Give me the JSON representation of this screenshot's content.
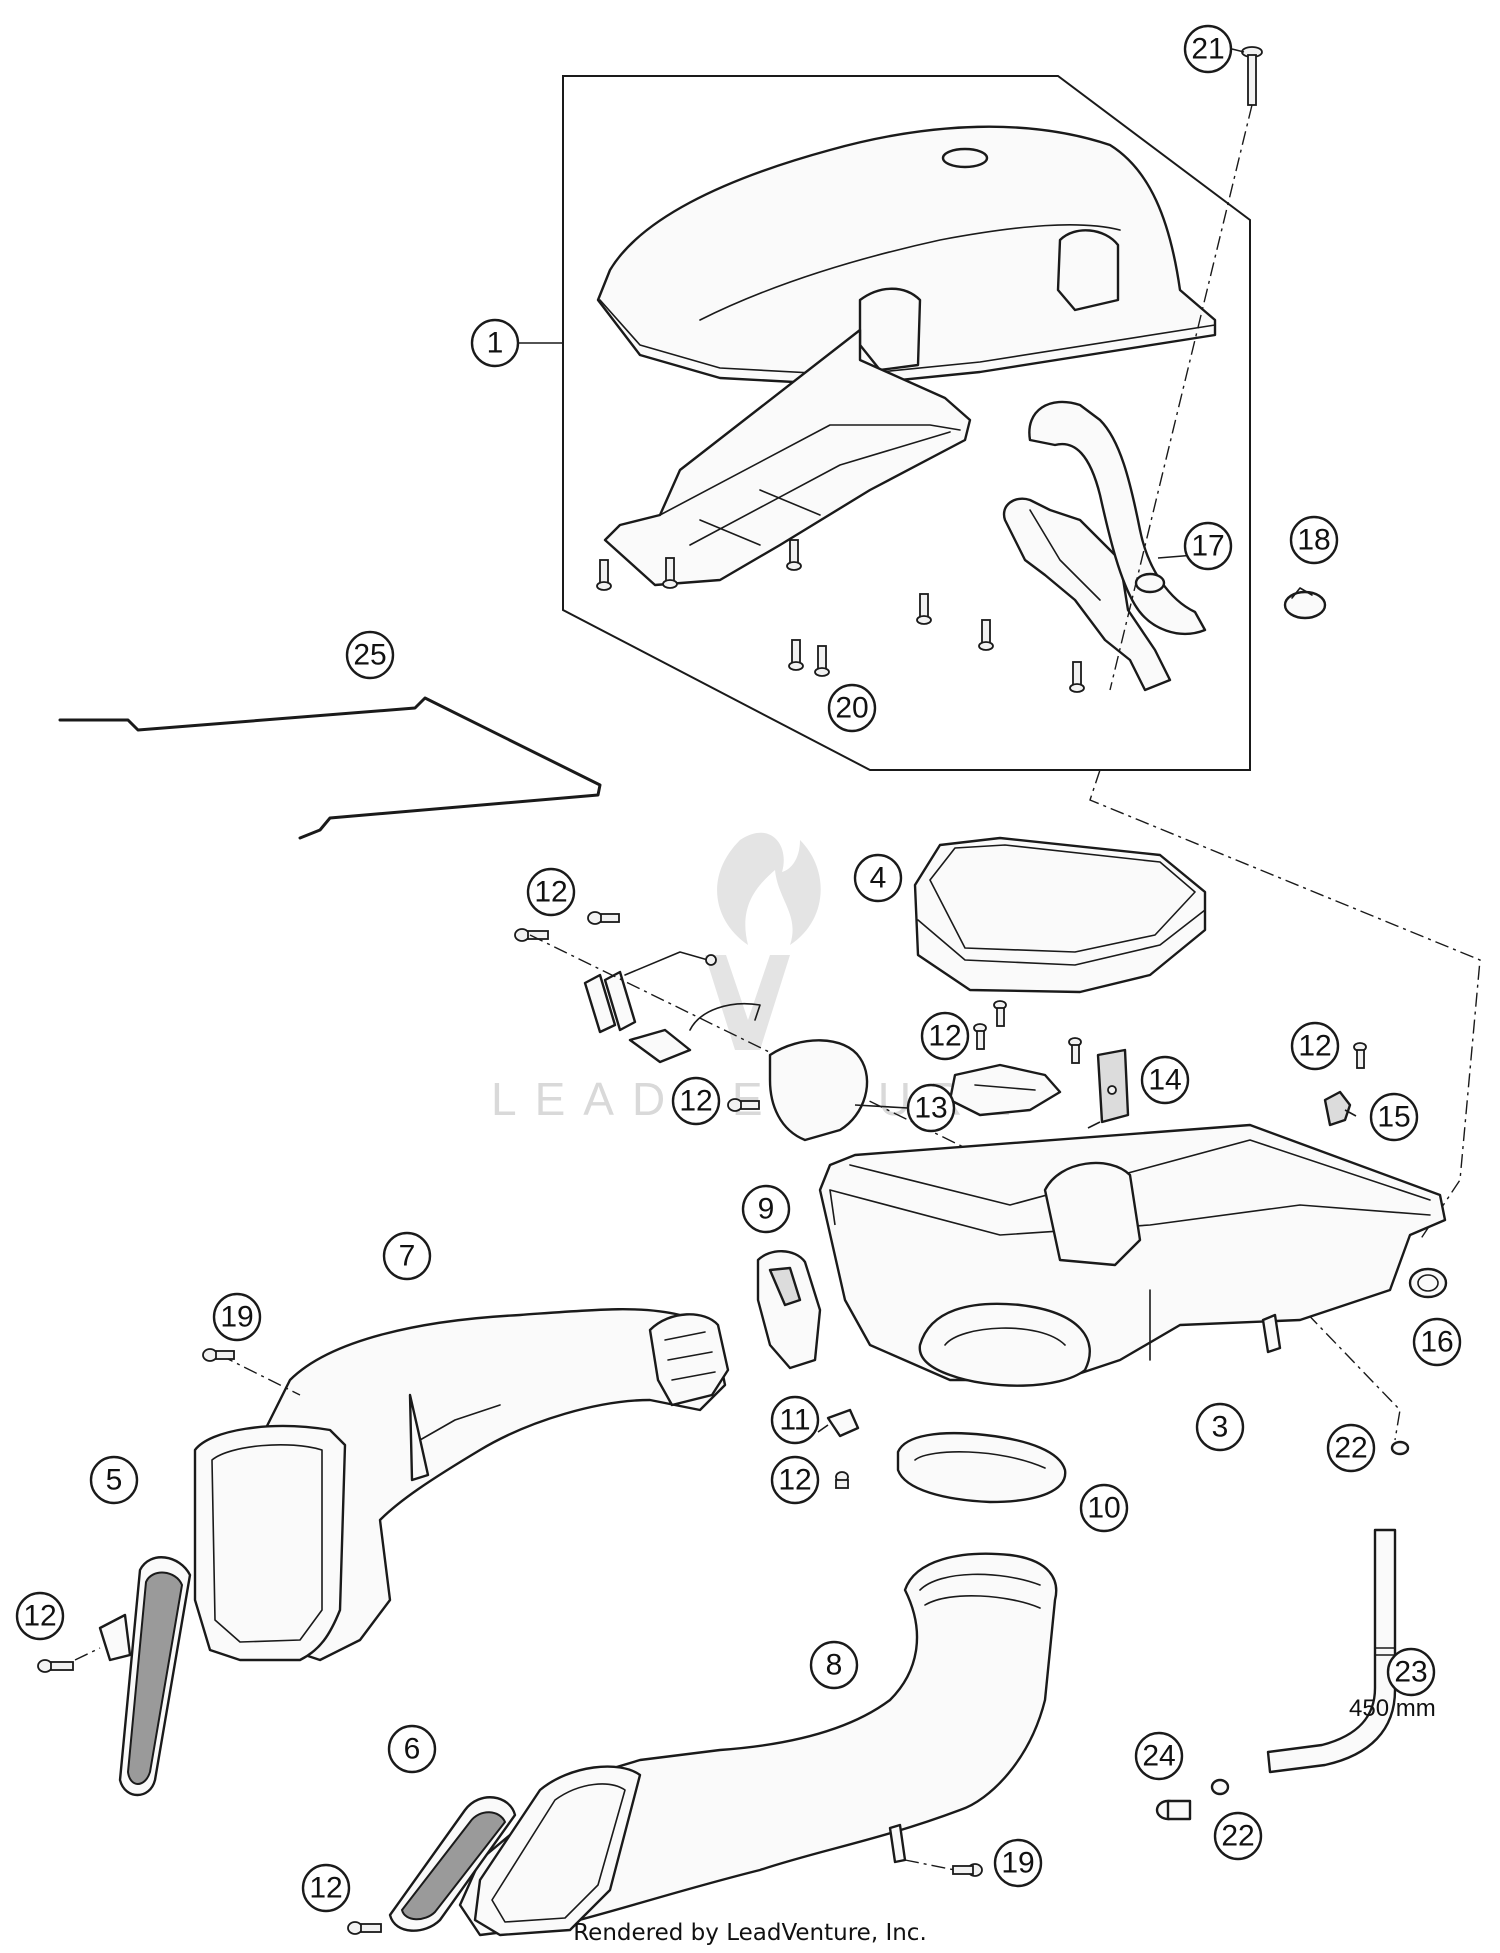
{
  "callouts": [
    {
      "id": "c1",
      "label": "1"
    },
    {
      "id": "c21",
      "label": "21"
    },
    {
      "id": "c17",
      "label": "17"
    },
    {
      "id": "c18",
      "label": "18"
    },
    {
      "id": "c20",
      "label": "20"
    },
    {
      "id": "c25",
      "label": "25"
    },
    {
      "id": "c4",
      "label": "4"
    },
    {
      "id": "c12a",
      "label": "12"
    },
    {
      "id": "c12b",
      "label": "12"
    },
    {
      "id": "c12c",
      "label": "12"
    },
    {
      "id": "c12d",
      "label": "12"
    },
    {
      "id": "c13",
      "label": "13"
    },
    {
      "id": "c14",
      "label": "14"
    },
    {
      "id": "c15",
      "label": "15"
    },
    {
      "id": "c9",
      "label": "9"
    },
    {
      "id": "c7",
      "label": "7"
    },
    {
      "id": "c19a",
      "label": "19"
    },
    {
      "id": "c16",
      "label": "16"
    },
    {
      "id": "c3",
      "label": "3"
    },
    {
      "id": "c11",
      "label": "11"
    },
    {
      "id": "c12e",
      "label": "12"
    },
    {
      "id": "c10",
      "label": "10"
    },
    {
      "id": "c5",
      "label": "5"
    },
    {
      "id": "c12f",
      "label": "12"
    },
    {
      "id": "c22a",
      "label": "22"
    },
    {
      "id": "c8",
      "label": "8"
    },
    {
      "id": "c23",
      "label": "23"
    },
    {
      "id": "c6",
      "label": "6"
    },
    {
      "id": "c24",
      "label": "24"
    },
    {
      "id": "c22b",
      "label": "22"
    },
    {
      "id": "c12g",
      "label": "12"
    },
    {
      "id": "c19b",
      "label": "19"
    }
  ],
  "hose_length_note": "450 mm",
  "watermark": "LEADVENTURE",
  "footer": "Rendered by LeadVenture, Inc."
}
